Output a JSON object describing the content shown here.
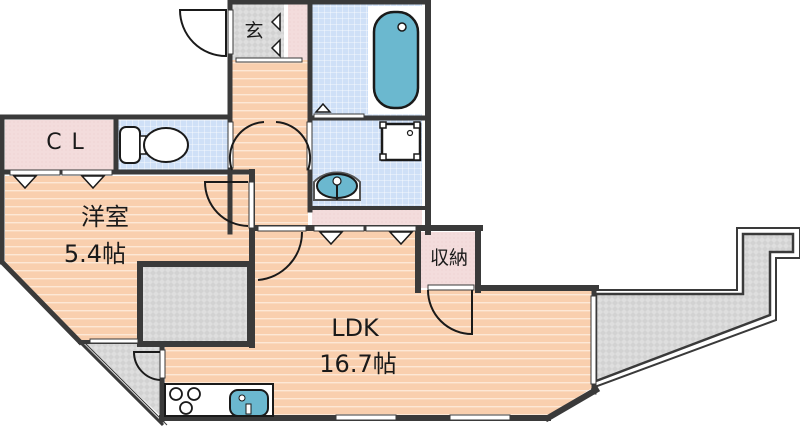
{
  "floorplan": {
    "rooms": [
      {
        "id": "western-room",
        "name": "洋室",
        "size": "5.4帖"
      },
      {
        "id": "ldk",
        "name": "LDK",
        "size": "16.7帖"
      },
      {
        "id": "entrance",
        "name": "玄"
      },
      {
        "id": "closet",
        "name": "CL"
      },
      {
        "id": "storage",
        "name": "収納"
      }
    ],
    "fixtures": [
      "bathtub",
      "toilet",
      "washbasin",
      "washing-machine-pan",
      "kitchen-stove",
      "kitchen-sink"
    ],
    "colors": {
      "wall": "#3a3a3a",
      "floor_wood": "#f9cfae",
      "floor_wood_line": "#fde8d6",
      "wet_area_tile": "#cfe0f7",
      "tile_grid": "#ffffff",
      "storage_pink": "#f3dcdc",
      "balcony_gray": "#dcdcdc",
      "fixture_blue": "#6bb8cf"
    }
  }
}
